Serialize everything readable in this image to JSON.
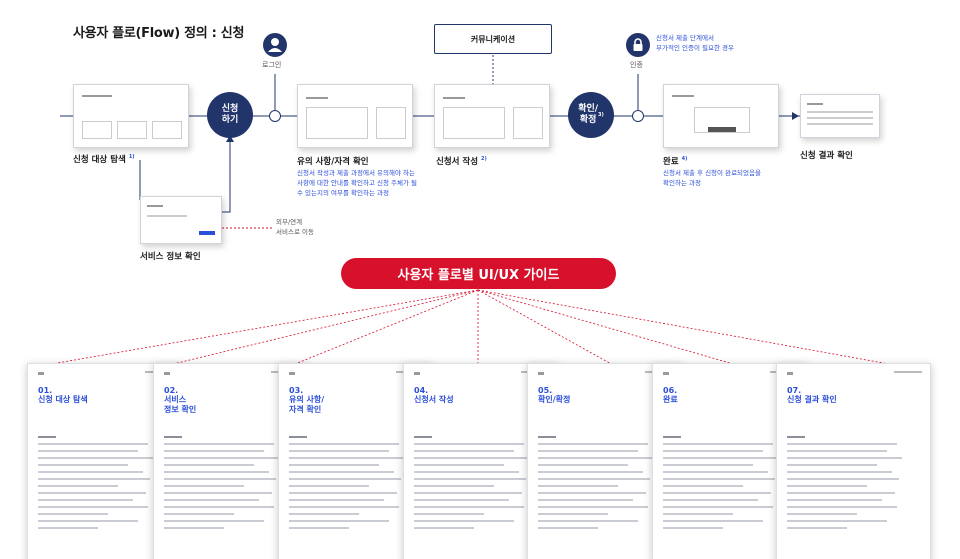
{
  "title": "사용자 플로(Flow) 정의 : 신청",
  "flow": {
    "login_label": "로그인",
    "apply_label": "신청\n하기",
    "confirm_label": "확인/\n확정",
    "confirm_sup": "3)",
    "auth_label": "인증",
    "auth_note": "신청서 제출 단계에서\n부가적인 인증이 필요한 경우",
    "communication_label": "커뮤니케이션",
    "external_note": "외부/연계\n서비스로 이동"
  },
  "steps": {
    "search": {
      "title": "신청 대상 탐색",
      "sup": "1)"
    },
    "service_info": {
      "title": "서비스 정보 확인"
    },
    "notice": {
      "title": "유의 사항/자격 확인",
      "desc": "신청서 작성과 제출 과정에서 유의해야 하는\n사항에 대한 안내를 확인하고 신청 주체가 될\n수 있는지의 여부를 확인하는 과정"
    },
    "write": {
      "title": "신청서 작성",
      "sup": "2)"
    },
    "complete": {
      "title": "완료",
      "sup": "4)",
      "desc": "신청서 제출 후 신청이 완료되었음을\n확인하는 과정"
    },
    "result": {
      "title": "신청 결과 확인"
    }
  },
  "banner": "사용자 플로별 UI/UX 가이드",
  "pages": [
    {
      "num": "01.",
      "title": "신청 대상 탐색"
    },
    {
      "num": "02.",
      "title": "서비스\n정보 확인"
    },
    {
      "num": "03.",
      "title": "유의 사항/\n자격 확인"
    },
    {
      "num": "04.",
      "title": "신청서 작성"
    },
    {
      "num": "05.",
      "title": "확인/확정"
    },
    {
      "num": "06.",
      "title": "완료"
    },
    {
      "num": "07.",
      "title": "신청 결과 확인"
    }
  ],
  "colors": {
    "navy": "#22356b",
    "accent_blue": "#2c4fd8",
    "banner_red": "#d7102b",
    "dotted_red": "#d7102b"
  },
  "icons": {
    "login": "user-icon",
    "auth": "lock-icon"
  }
}
